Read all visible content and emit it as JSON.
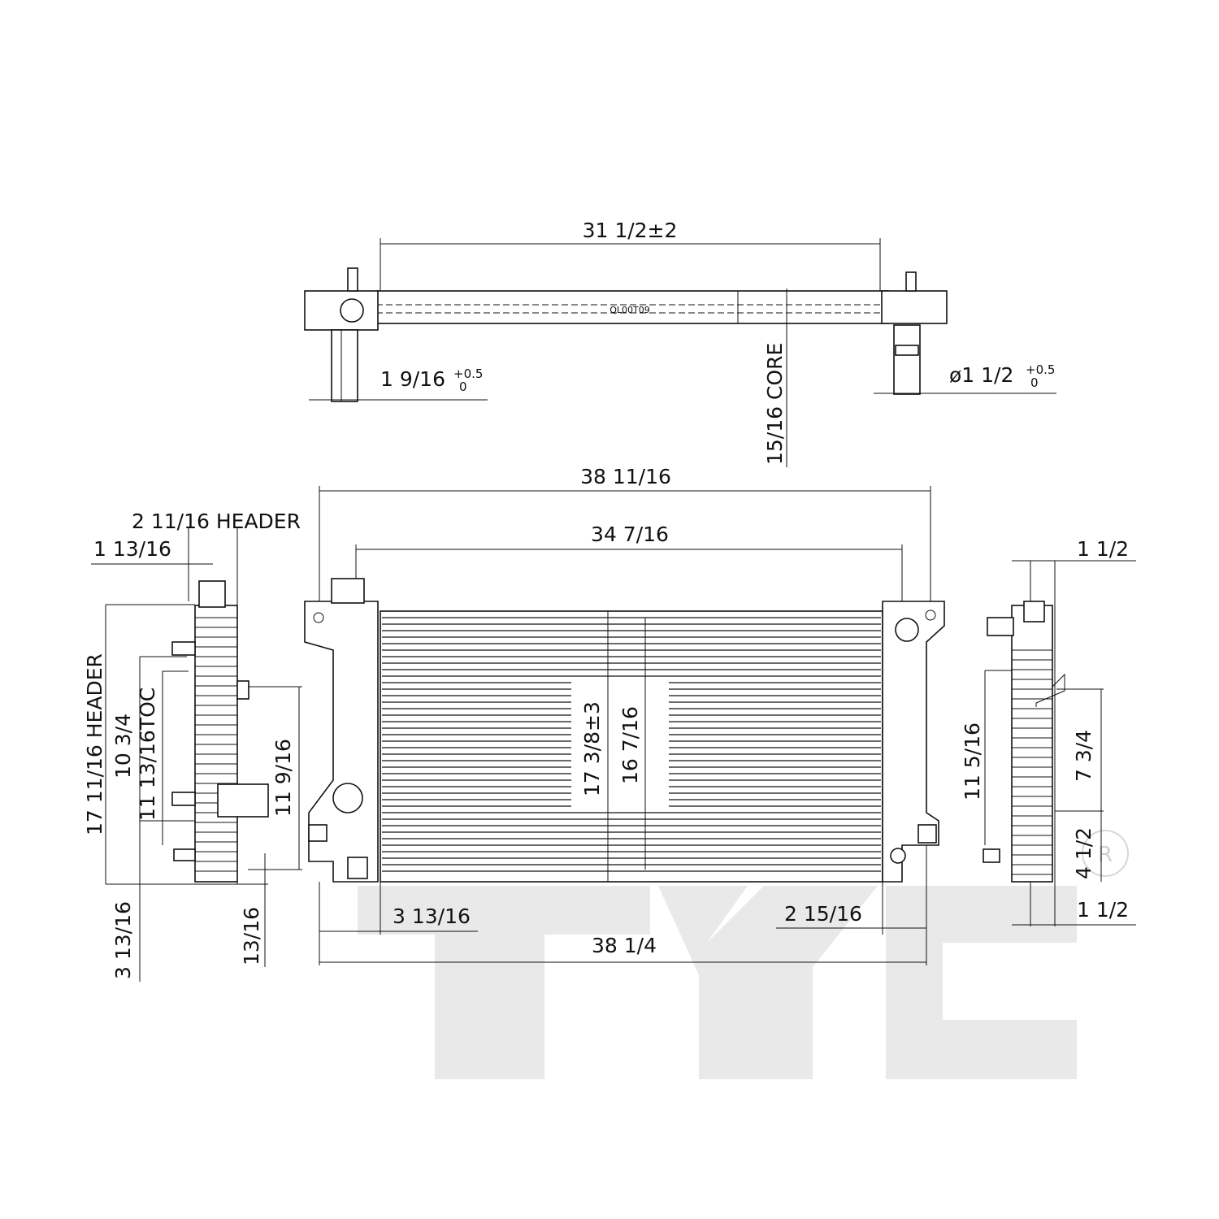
{
  "drawing": {
    "top_view": {
      "dims": {
        "overall": "31 1/2±2",
        "inlet_dia": "1 9/16",
        "inlet_tol": "+0.5",
        "inlet_tol_low": "0",
        "outlet_dia": "ø1 1/2",
        "outlet_tol": "+0.5",
        "outlet_tol_low": "0",
        "core": "15/16 CORE"
      },
      "part_number": "QL00T09"
    },
    "front_view": {
      "dims": {
        "overall_width": "38 11/16",
        "tank_to_tank": "34 7/16",
        "total_height": "17 3/8±3",
        "core_height": "16 7/16",
        "left_offset": "3 13/16",
        "right_offset": "2 15/16",
        "bottom_width": "38 1/4"
      }
    },
    "left_view": {
      "dims": {
        "header_width": "2 11/16 HEADER",
        "top_offset": "1 13/16",
        "header_height": "17 11/16 HEADER",
        "h_10_3_4": "10 3/4",
        "toc": "11 13/16TOC",
        "h_11_9_16": "11 9/16",
        "bottom_3_13_16": "3 13/16",
        "bottom_13_16": "13/16"
      }
    },
    "right_view": {
      "dims": {
        "top_1_1_2": "1 1/2",
        "h_11_5_16": "11 5/16",
        "h_7_3_4": "7 3/4",
        "h_4_1_2": "4 1/2",
        "bottom_1_1_2": "1 1/2"
      }
    }
  },
  "watermark": {
    "brand": "TYC",
    "registered": "R"
  }
}
